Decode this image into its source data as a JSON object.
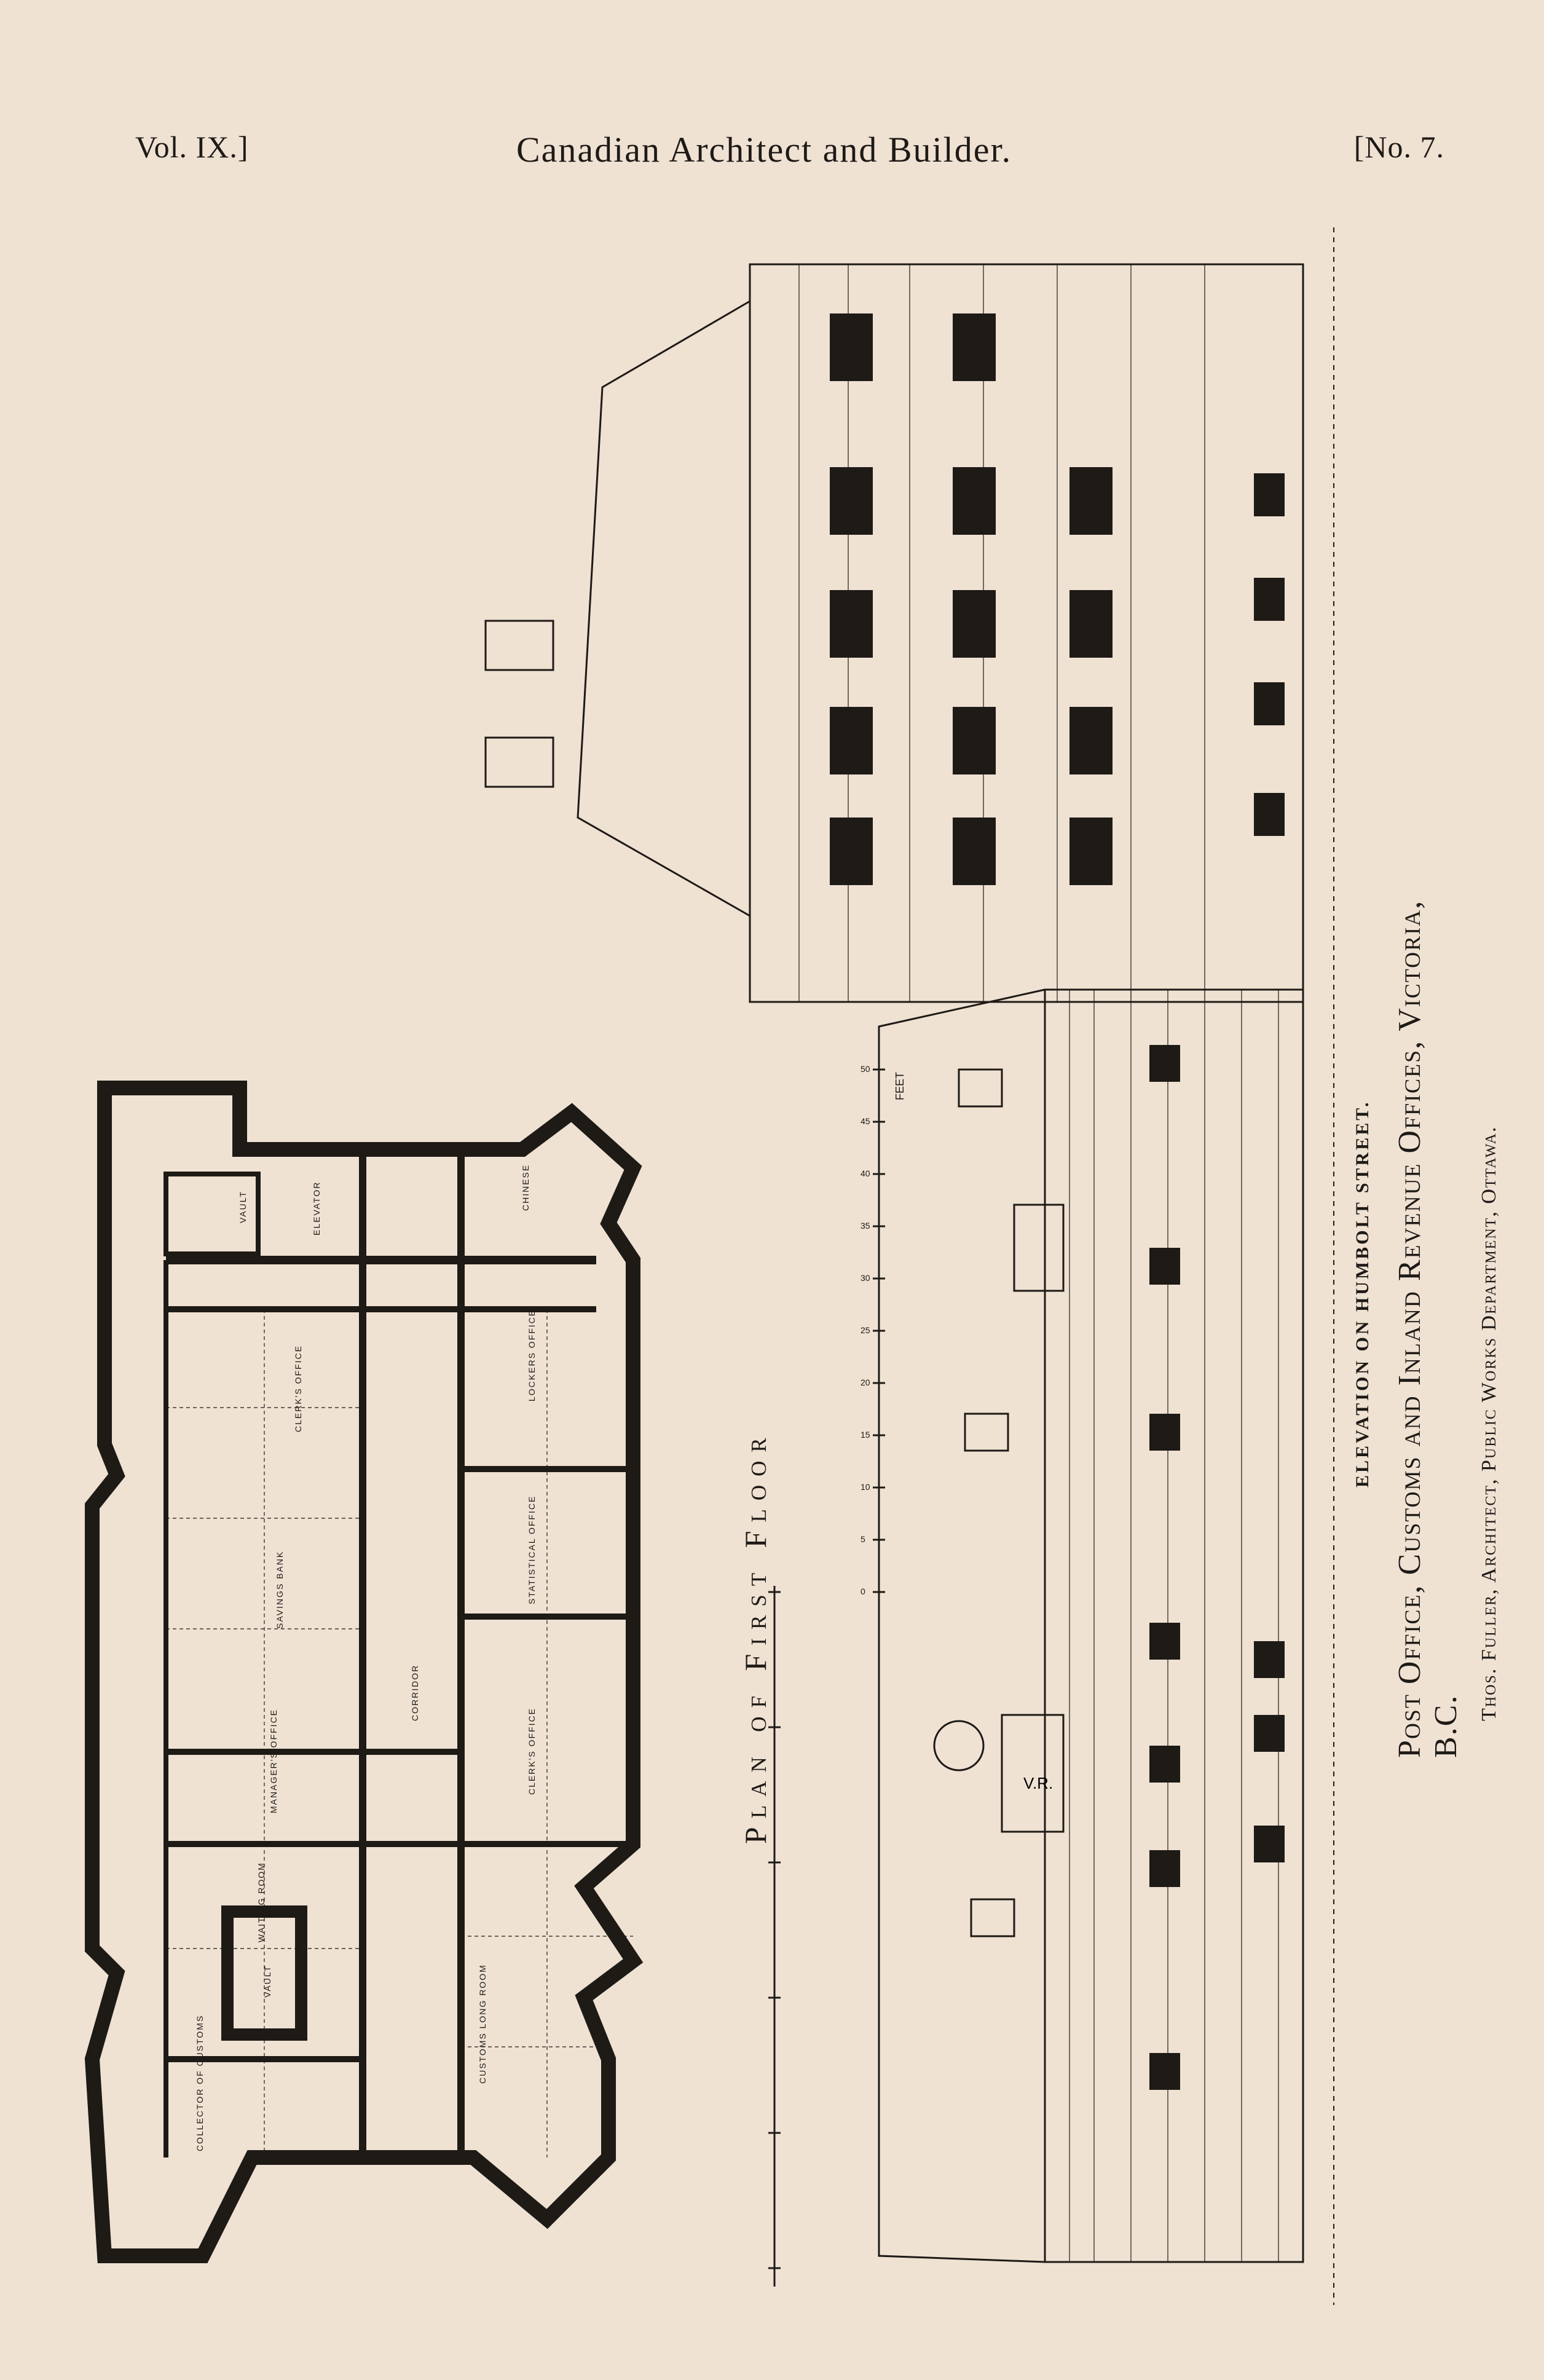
{
  "header": {
    "volume": "Vol. IX.]",
    "title": "Canadian Architect and Builder.",
    "number": "[No. 7."
  },
  "plan": {
    "caption": "Plan of First Floor",
    "rooms": [
      "VAULT",
      "ELEVATOR",
      "CHINESE",
      "CLERK'S OFFICE",
      "LOCKERS OFFICE",
      "SAVINGS BANK",
      "STATISTICAL OFFICE",
      "CLERK'S OFFICE",
      "CORRIDOR",
      "MANAGER'S OFFICE",
      "WAITING ROOM",
      "CUSTOMS LONG ROOM",
      "VAULT",
      "COLLECTOR OF CUSTOMS"
    ]
  },
  "scale": {
    "feet_label": "FEET",
    "ticks": [
      "0",
      "5",
      "10",
      "15",
      "20",
      "25",
      "30",
      "35",
      "40",
      "45",
      "50"
    ]
  },
  "elevation": {
    "title": "Elevation on Humbolt Street.",
    "gable_mark": "V.R."
  },
  "caption": {
    "main": "Post Office, Customs and Inland Revenue Offices, Victoria, B.C.",
    "credit": "Thos. Fuller, Architect, Public Works Department, Ottawa."
  },
  "colors": {
    "paper": "#efe2d3",
    "ink": "#1e1a16"
  }
}
